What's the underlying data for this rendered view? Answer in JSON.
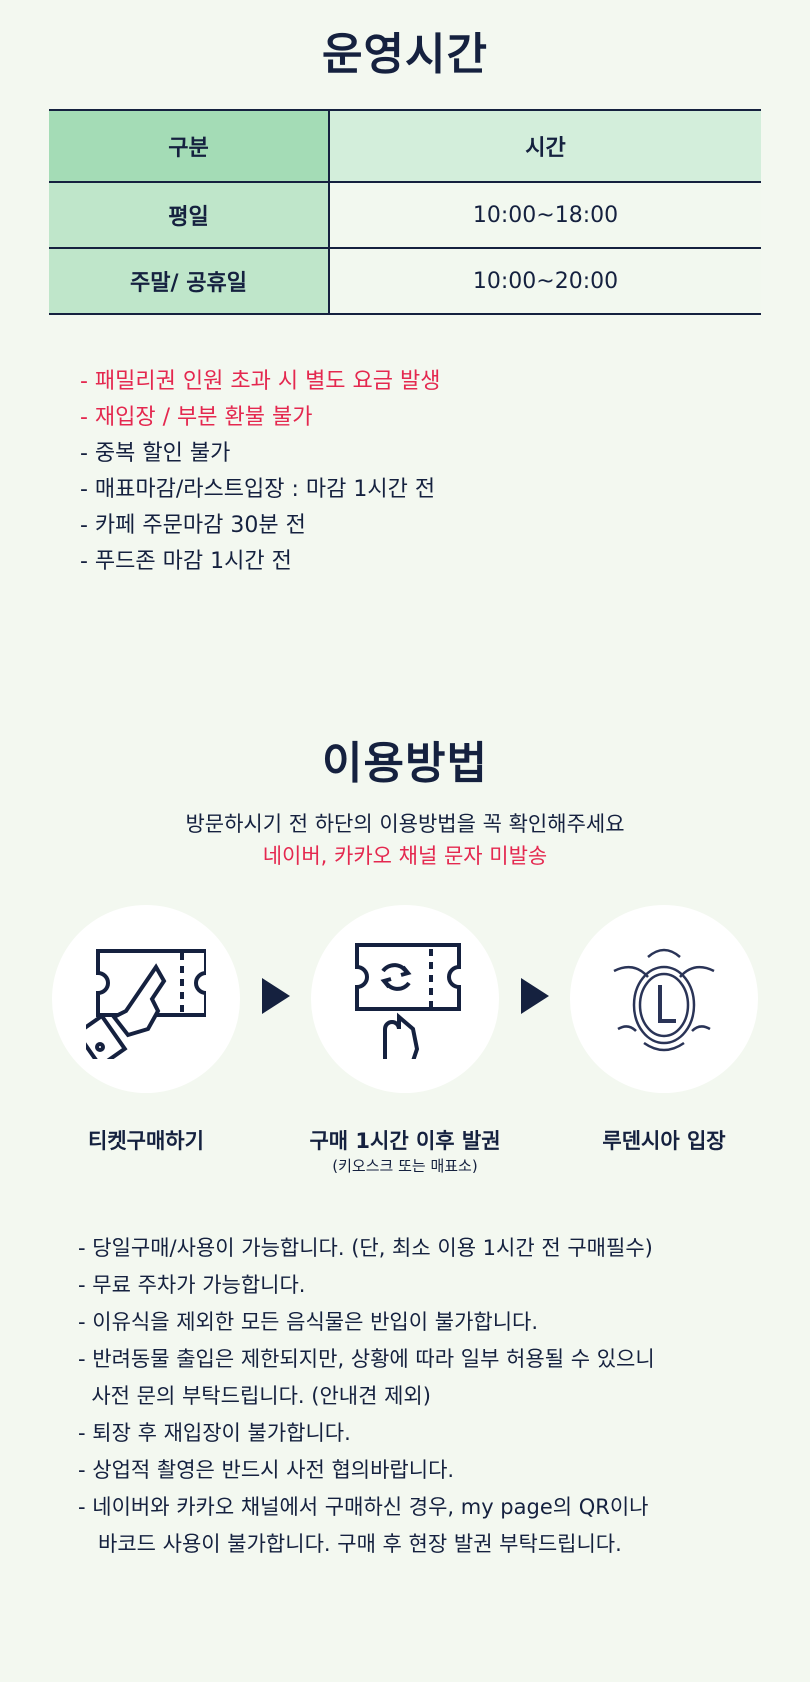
{
  "hours": {
    "title": "운영시간",
    "table": {
      "headers": [
        "구분",
        "시간"
      ],
      "rows": [
        [
          "평일",
          "10:00~18:00"
        ],
        [
          "주말/ 공휴일",
          "10:00~20:00"
        ]
      ]
    },
    "notes": [
      {
        "text": "- 패밀리권 인원 초과 시 별도 요금 발생",
        "red": true
      },
      {
        "text": "- 재입장 / 부분 환불 불가",
        "red": true
      },
      {
        "text": "- 중복 할인 불가"
      },
      {
        "text": "- 매표마감/라스트입장 : 마감 1시간 전"
      },
      {
        "text": "- 카페 주문마감 30분 전"
      },
      {
        "text": "- 푸드존 마감 1시간 전"
      }
    ]
  },
  "usage": {
    "title": "이용방법",
    "subtitle": "방문하시기 전 하단의 이용방법을 꼭 확인해주세요",
    "warning": "네이버, 카카오 채널 문자 미발송",
    "steps": [
      {
        "label": "티켓구매하기",
        "icon": "ticket-hand-icon"
      },
      {
        "label": "구매 1시간 이후 발권",
        "note": "(키오스크 또는 매표소)",
        "icon": "ticket-exchange-icon"
      },
      {
        "label": "루덴시아 입장",
        "icon": "ludensia-crest-logo",
        "logo_text": "L"
      }
    ],
    "rules": [
      "- 당일구매/사용이 가능합니다. (단, 최소 이용 1시간 전 구매필수)",
      "- 무료 주차가 가능합니다.",
      "- 이유식을 제외한 모든 음식물은 반입이 불가합니다.",
      "- 반려동물 출입은 제한되지만, 상황에 따라 일부 허용될 수 있으니",
      "  사전 문의 부탁드립니다. (안내견 제외)",
      "- 퇴장 후 재입장이 불가합니다.",
      "- 상업적 촬영은 반드시 사전 협의바랍니다.",
      "- 네이버와 카카오 채널에서 구매하신 경우, my page의 QR이나",
      "   바코드 사용이 불가합니다. 구매 후 현장 발권 부탁드립니다."
    ]
  },
  "colors": {
    "navy": "#15213f",
    "red": "#e4284f",
    "header_green": "#a4dcb6",
    "row_green": "#bfe6ca"
  }
}
